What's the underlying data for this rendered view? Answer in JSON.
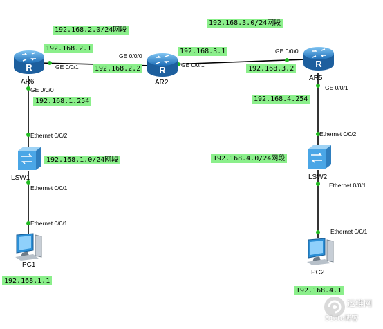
{
  "segments": {
    "net_2": "192.168.2.0/24网段",
    "net_3": "192.168.3.0/24网段",
    "net_1": "192.168.1.0/24网段",
    "net_4": "192.168.4.0/24网段"
  },
  "devices": {
    "ar6": "AR6",
    "ar2": "AR2",
    "ar5": "AR5",
    "lsw1": "LSW1",
    "lsw2": "LSW2",
    "pc1": "PC1",
    "pc2": "PC2"
  },
  "ips": {
    "ar6_ge001": "192.168.2.1",
    "ar2_ge000": "192.168.2.2",
    "ar2_ge001": "192.168.3.1",
    "ar5_ge000": "192.168.3.2",
    "ar6_ge000": "192.168.1.254",
    "ar5_ge001": "192.168.4.254",
    "pc1": "192.168.1.1",
    "pc2": "192.168.4.1"
  },
  "ports": {
    "ar6_ge001": "GE 0/0/1",
    "ar2_ge000": "GE 0/0/0",
    "ar2_ge001": "GE 0/0/1",
    "ar5_ge000": "GE 0/0/0",
    "ar6_ge000": "GE 0/0/0",
    "ar5_ge001": "GE 0/0/1",
    "lsw1_e002": "Ethernet 0/0/2",
    "lsw1_e001": "Ethernet 0/0/1",
    "pc1_e001": "Ethernet 0/0/1",
    "lsw2_e002": "Ethernet 0/0/2",
    "lsw2_e001": "Ethernet 0/0/1",
    "pc2_e001": "Ethernet 0/0/1"
  },
  "watermark": {
    "line1": "运维网",
    "line2": "51cto博客"
  },
  "colors": {
    "label_bg": "#8bef8b",
    "link_dot": "#22bb22",
    "router": "#3a96d8",
    "switch": "#4aa6e6"
  }
}
